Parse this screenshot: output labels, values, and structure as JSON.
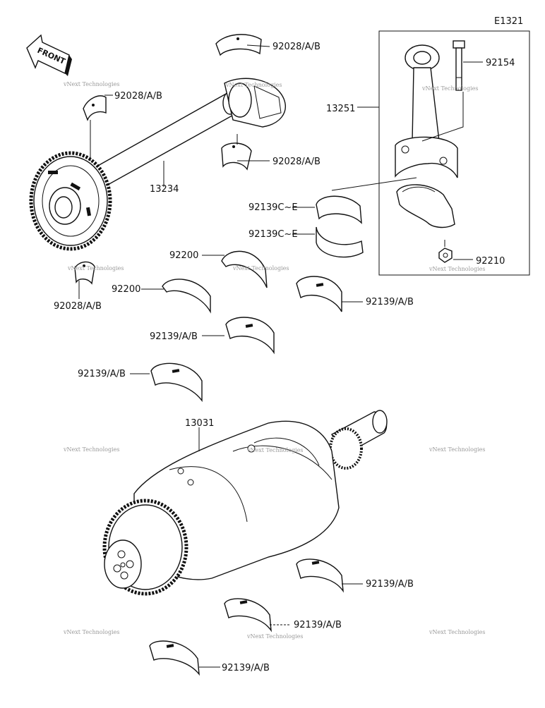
{
  "diagram": {
    "code": "E1321",
    "front_label": "FRONT",
    "watermark": "vNext Technologies",
    "callouts": {
      "c_92028_tr": "92028/A/B",
      "c_92028_tl": "92028/A/B",
      "c_13234": "13234",
      "c_92028_mr": "92028/A/B",
      "c_92028_l": "92028/A/B",
      "c_13251": "13251",
      "c_92154": "92154",
      "c_92139ce_1": "92139C~E",
      "c_92139ce_2": "92139C~E",
      "c_92210": "92210",
      "c_92200_1": "92200",
      "c_92200_2": "92200",
      "c_92139_1": "92139/A/B",
      "c_92139_2": "92139/A/B",
      "c_92139_3": "92139/A/B",
      "c_13031": "13031",
      "c_92139_4": "92139/A/B",
      "c_92139_5": "92139/A/B",
      "c_92139_6": "92139/A/B"
    }
  }
}
